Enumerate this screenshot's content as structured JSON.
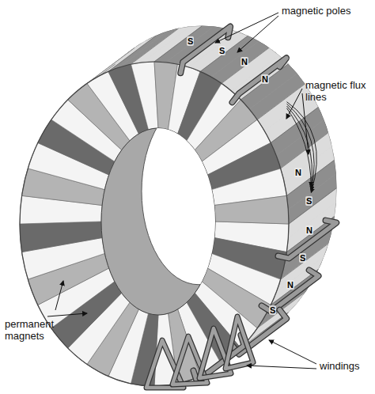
{
  "diagram": {
    "labels": [
      "magnetic poles",
      "magnetic flux lines",
      "permanent magnets",
      "windings",
      "S",
      "S",
      "N",
      "N",
      "N",
      "S",
      "N",
      "S",
      "N",
      "S"
    ]
  }
}
